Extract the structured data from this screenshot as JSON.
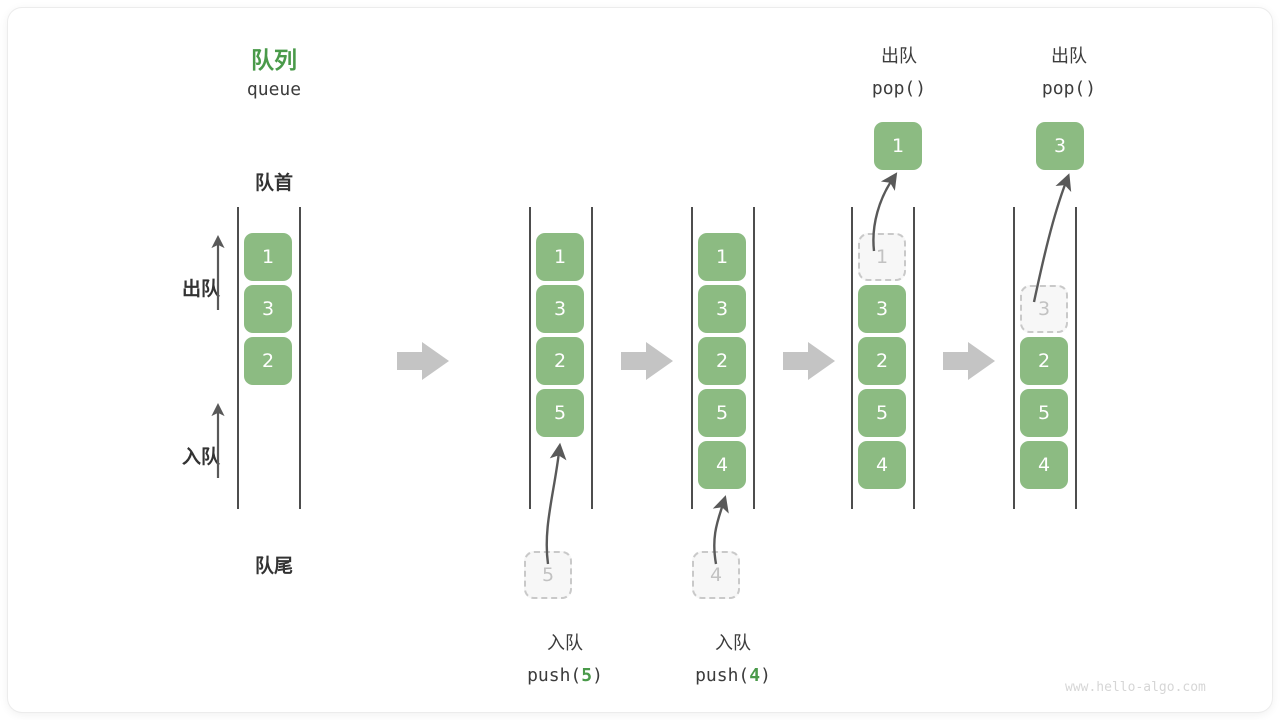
{
  "figure": {
    "title_cn": "队列",
    "title_en": "queue",
    "front_label": "队首",
    "rear_label": "队尾",
    "dequeue_label": "出队",
    "enqueue_label": "入队",
    "watermark": "www.hello-algo.com",
    "accent_color": "#4a9a4a",
    "element_color": "#8cbb82",
    "ghost_color": "#c2c2c2",
    "arrow_color": "#c4c4c4"
  },
  "operations": {
    "push5": {
      "cn": "入队",
      "code_prefix": "push(",
      "code_value": "5",
      "code_suffix": ")"
    },
    "push4": {
      "cn": "入队",
      "code_prefix": "push(",
      "code_value": "4",
      "code_suffix": ")"
    },
    "pop1": {
      "cn": "出队",
      "code": "pop()"
    },
    "pop2": {
      "cn": "出队",
      "code": "pop()"
    }
  },
  "columns": [
    {
      "name": "initial-queue",
      "items": [
        "1",
        "3",
        "2"
      ],
      "ghost_index": null,
      "incoming": null,
      "popped": null
    },
    {
      "name": "after-push-5",
      "items": [
        "1",
        "3",
        "2",
        "5"
      ],
      "ghost_index": null,
      "incoming": "5",
      "popped": null
    },
    {
      "name": "after-push-4",
      "items": [
        "1",
        "3",
        "2",
        "5",
        "4"
      ],
      "ghost_index": null,
      "incoming": "4",
      "popped": null
    },
    {
      "name": "after-pop-1",
      "items": [
        "1",
        "3",
        "2",
        "5",
        "4"
      ],
      "ghost_index": 0,
      "incoming": null,
      "popped": "1"
    },
    {
      "name": "after-pop-3",
      "items": [
        "3",
        "2",
        "5",
        "4"
      ],
      "ghost_index": 0,
      "incoming": null,
      "popped": "3"
    }
  ]
}
